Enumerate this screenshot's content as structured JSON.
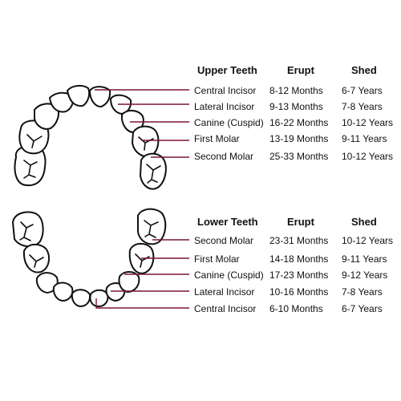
{
  "upper": {
    "headers": [
      "Upper Teeth",
      "Erupt",
      "Shed"
    ],
    "rows": [
      [
        "Central Incisor",
        "8-12 Months",
        "6-7 Years"
      ],
      [
        "Lateral Incisor",
        "9-13 Months",
        "7-8 Years"
      ],
      [
        "Canine (Cuspid)",
        "16-22 Months",
        "10-12 Years"
      ],
      [
        "First Molar",
        "13-19 Months",
        "9-11 Years"
      ],
      [
        "Second Molar",
        "25-33 Months",
        "10-12 Years"
      ]
    ]
  },
  "lower": {
    "headers": [
      "Lower Teeth",
      "Erupt",
      "Shed"
    ],
    "rows": [
      [
        "Second Molar",
        "23-31 Months",
        "10-12 Years"
      ],
      [
        "First Molar",
        "14-18 Months",
        "9-11 Years"
      ],
      [
        "Canine (Cuspid)",
        "17-23 Months",
        "9-12 Years"
      ],
      [
        "Lateral Incisor",
        "10-16 Months",
        "7-8 Years"
      ],
      [
        "Central Incisor",
        "6-10 Months",
        "6-7 Years"
      ]
    ]
  },
  "colors": {
    "leader": "#7a1630",
    "outline": "#111111",
    "text": "#111111"
  }
}
